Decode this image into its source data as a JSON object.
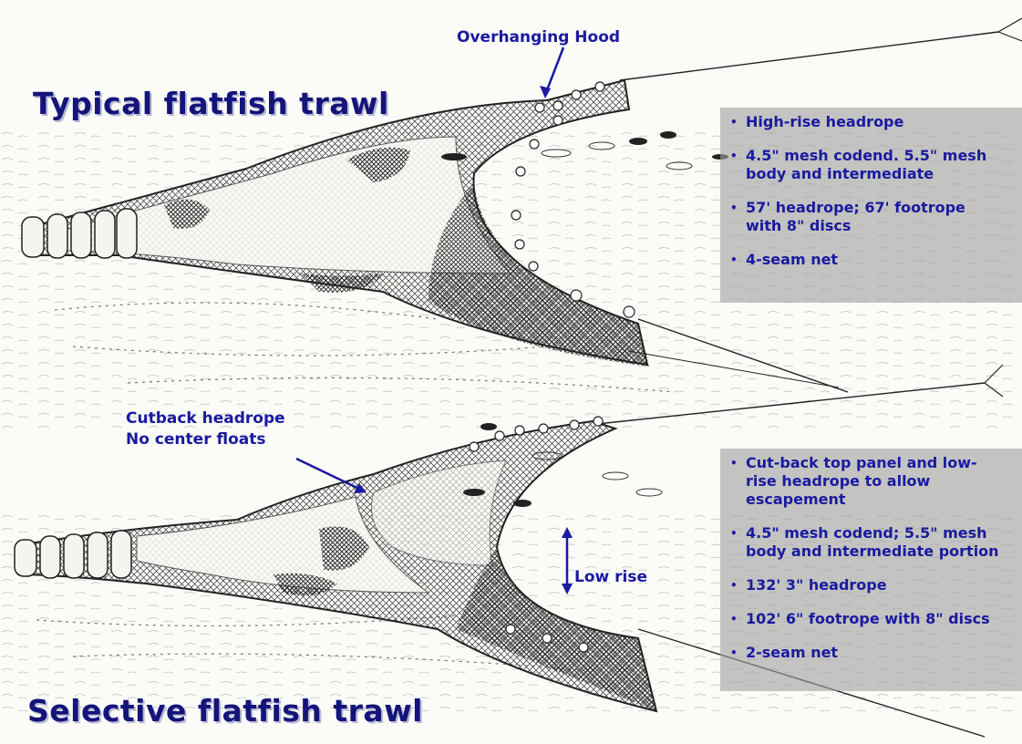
{
  "typical": {
    "title": "Typical flatfish trawl",
    "hood_label": "Overhanging Hood",
    "bullets": [
      "High-rise headrope",
      "4.5\" mesh codend. 5.5\" mesh\nbody and intermediate",
      "57' headrope; 67' footrope\nwith 8\" discs",
      "4-seam net"
    ]
  },
  "selective": {
    "title": "Selective flatfish trawl",
    "headrope_label_line1": "Cutback headrope",
    "headrope_label_line2": "No center floats",
    "rise_label": "Low rise",
    "bullets": [
      "Cut-back top panel and low-\nrise headrope to allow\nescapement",
      "4.5\" mesh codend; 5.5\" mesh\nbody and intermediate portion",
      "132' 3\" headrope",
      "102' 6\" footrope with 8\" discs",
      "2-seam net"
    ]
  },
  "colors": {
    "text": "#1a1aa0",
    "title": "#14147a",
    "panel": "#a0a0a0",
    "ink": "#222222"
  }
}
